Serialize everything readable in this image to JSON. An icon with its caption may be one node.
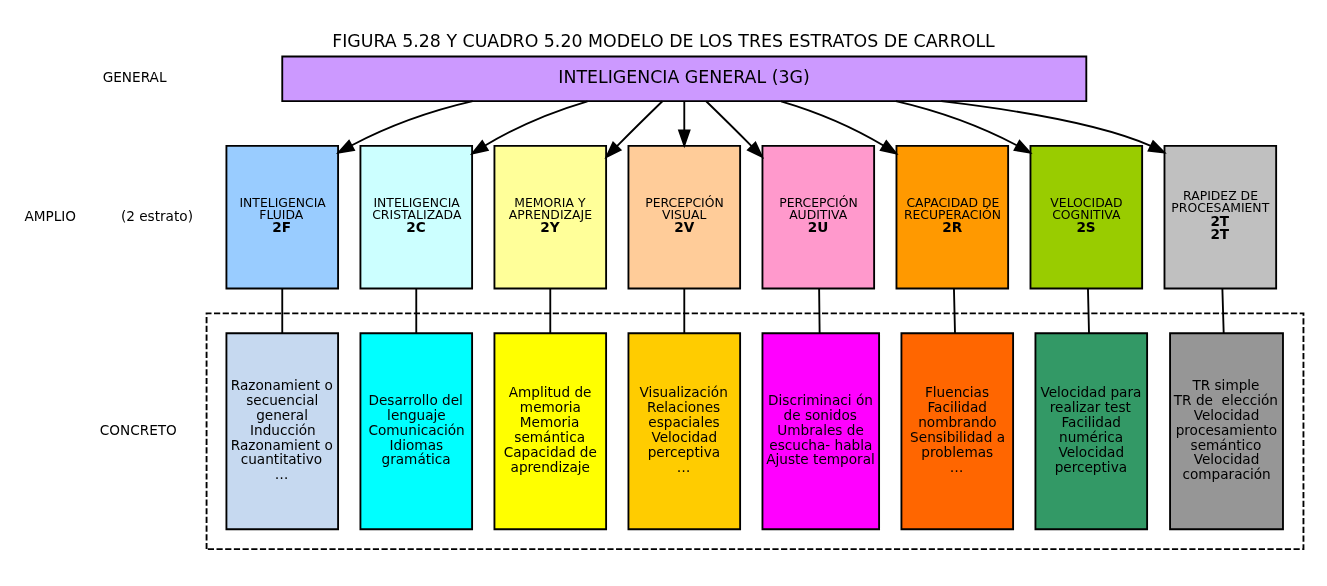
{
  "diagram": {
    "title": "FIGURA 5.28 Y CUADRO 5.20 MODELO DE LOS TRES ESTRATOS DE CARROLL",
    "nodes": [
      {
        "text": [
          "INTELIGENCIA GENERAL (3G)"
        ]
      },
      {
        "text": [
          "INTELIGENCIA FLUIDA",
          "2F"
        ]
      },
      {
        "text": [
          "INTELIGENCIA CRISTALIZADA",
          "2C"
        ]
      },
      {
        "text": [
          "MEMORIA Y APRENDIZAJE",
          "2Y"
        ]
      },
      {
        "text": [
          "PERCEPCIÓN VISUAL",
          "2V"
        ]
      },
      {
        "text": [
          "PERCEPCIÓN AUDITIVA",
          "2U"
        ]
      },
      {
        "text": [
          "CAPACIDAD DE RECUPERACIÓN",
          "2R"
        ]
      },
      {
        "text": [
          "VELOCIDAD COGNITIVA",
          "2S"
        ]
      },
      {
        "text": [
          "RAPIDEZ DE PROCESAMIENT",
          "2T",
          "2T"
        ]
      },
      {
        "text": [],
        "shape": "box"
      },
      {
        "text": [
          "Razonamient o secuencial general",
          "Inducción",
          "Razonamient o cuantitativo",
          "…"
        ],
        "in": 9
      },
      {
        "text": [
          "Desarrollo del lenguaje",
          "Comunicación",
          "Idiomas gramática"
        ],
        "in": 9
      },
      {
        "text": [
          "Amplitud de memoria",
          "Memoria semántica",
          "Capacidad de aprendizaje"
        ],
        "in": 9
      },
      {
        "text": [
          "Visualización",
          "Relaciones espaciales",
          "Velocidad perceptiva",
          "…"
        ],
        "in": 9
      },
      {
        "text": [
          "Discriminaci ón de sonidos",
          "Umbrales de escucha- habla",
          "Ajuste temporal"
        ],
        "in": 9
      },
      {
        "text": [
          "Fluencias",
          "Facilidad nombrando",
          "Sensibilidad a problemas",
          "…"
        ],
        "in": 9
      },
      {
        "text": [
          "Velocidad para realizar test",
          "Facilidad numérica",
          "Velocidad perceptiva"
        ],
        "in": 9
      },
      {
        "text": [
          "TR simple",
          "TR de  elección",
          "Velocidad procesamiento semántico",
          "Velocidad comparación"
        ],
        "in": 9
      }
    ],
    "edges": [
      {
        "from": 0,
        "to": 1,
        "arrow": "to"
      },
      {
        "from": 0,
        "to": 2,
        "arrow": "to"
      },
      {
        "from": 0,
        "to": 3,
        "arrow": "to"
      },
      {
        "from": 0,
        "to": 4,
        "arrow": "to"
      },
      {
        "from": 0,
        "to": 5,
        "arrow": "to"
      },
      {
        "from": 0,
        "to": 6,
        "arrow": "to"
      },
      {
        "from": 0,
        "to": 7,
        "arrow": "to"
      },
      {
        "from": 0,
        "to": 8,
        "arrow": "to"
      },
      {
        "from": 1,
        "to": 10,
        "arrow": "none"
      },
      {
        "from": 2,
        "to": 11,
        "arrow": "none"
      },
      {
        "from": 3,
        "to": 12,
        "arrow": "none"
      },
      {
        "from": 4,
        "to": 13,
        "arrow": "none"
      },
      {
        "from": 5,
        "to": 14,
        "arrow": "none"
      },
      {
        "from": 6,
        "to": 15,
        "arrow": "none"
      },
      {
        "from": 7,
        "to": 16,
        "arrow": "none"
      },
      {
        "from": 8,
        "to": 17,
        "arrow": "none"
      }
    ],
    "labels": [
      "GENERAL",
      "AMPLIO",
      "(2 estrato)",
      "CONCRETO"
    ]
  }
}
